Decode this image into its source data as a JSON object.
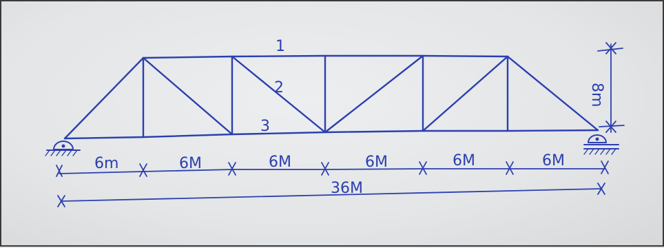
{
  "diagram": {
    "member_labels": [
      "1",
      "2",
      "3"
    ],
    "panel_dims": [
      "6m",
      "6M",
      "6M",
      "6M",
      "6M",
      "6M"
    ],
    "total_span": "36M",
    "height_dim": "8m"
  },
  "colors": {
    "ink": "#2b3fae",
    "paper": "#e6e8ea",
    "frame": "#3a3a3a"
  }
}
